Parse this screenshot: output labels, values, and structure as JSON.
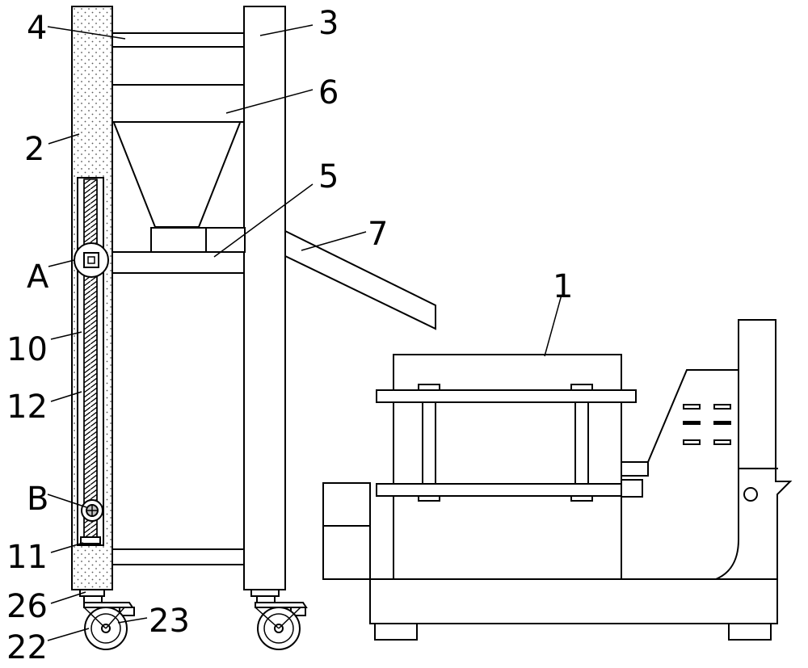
{
  "labels": {
    "l1": "1",
    "l2": "2",
    "l3": "3",
    "l4": "4",
    "l5": "5",
    "l6": "6",
    "l7": "7",
    "lA": "A",
    "lB": "B",
    "l10": "10",
    "l11": "11",
    "l12": "12",
    "l22": "22",
    "l23": "23",
    "l26": "26"
  }
}
